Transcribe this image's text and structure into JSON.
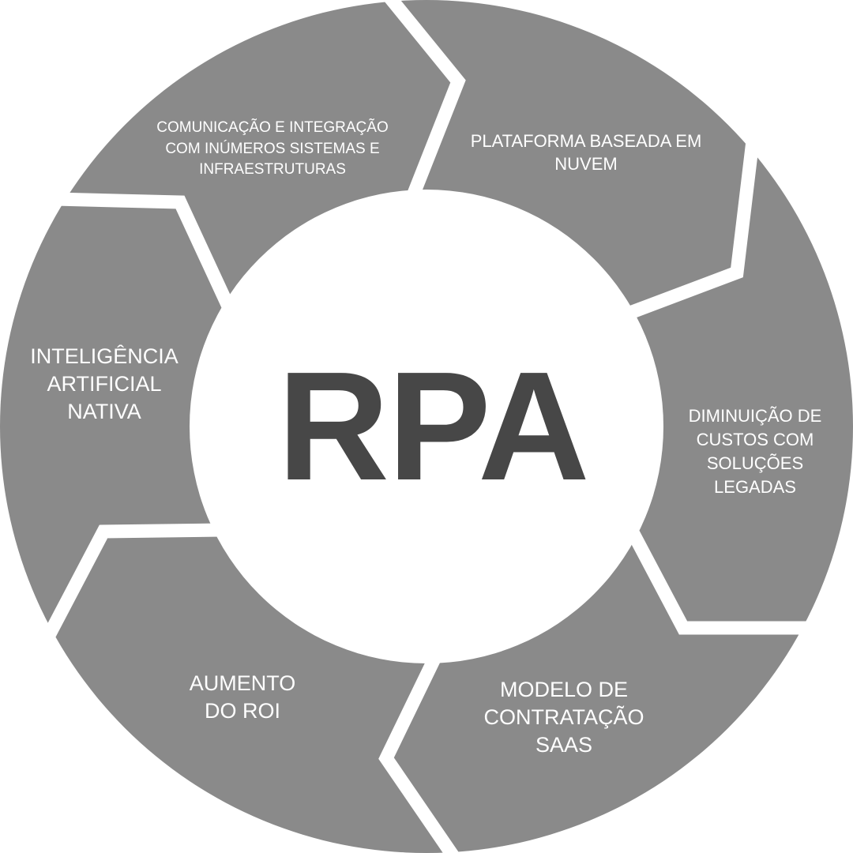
{
  "colors": {
    "segment": "#8a8a8a",
    "gap": "#ffffff",
    "core_text": "#474747",
    "label_text": "#ffffff"
  },
  "center": {
    "title": "RPA"
  },
  "segments": [
    {
      "id": "integration",
      "lines": [
        "COMUNICAÇÃO E INTEGRAÇÃO",
        "COM INÚMEROS SISTEMAS E",
        "INFRAESTRUTURAS"
      ]
    },
    {
      "id": "cloud",
      "lines": [
        "PLATAFORMA BASEADA EM",
        "NUVEM"
      ]
    },
    {
      "id": "costs",
      "lines": [
        "DIMINUIÇÃO DE",
        "CUSTOS COM",
        "SOLUÇÕES",
        "LEGADAS"
      ]
    },
    {
      "id": "saas",
      "lines": [
        "MODELO DE",
        "CONTRATAÇÃO",
        "SAAS"
      ]
    },
    {
      "id": "roi",
      "lines": [
        "AUMENTO",
        "DO ROI"
      ]
    },
    {
      "id": "ai",
      "lines": [
        "INTELIGÊNCIA",
        "ARTIFICIAL",
        "NATIVA"
      ]
    }
  ]
}
